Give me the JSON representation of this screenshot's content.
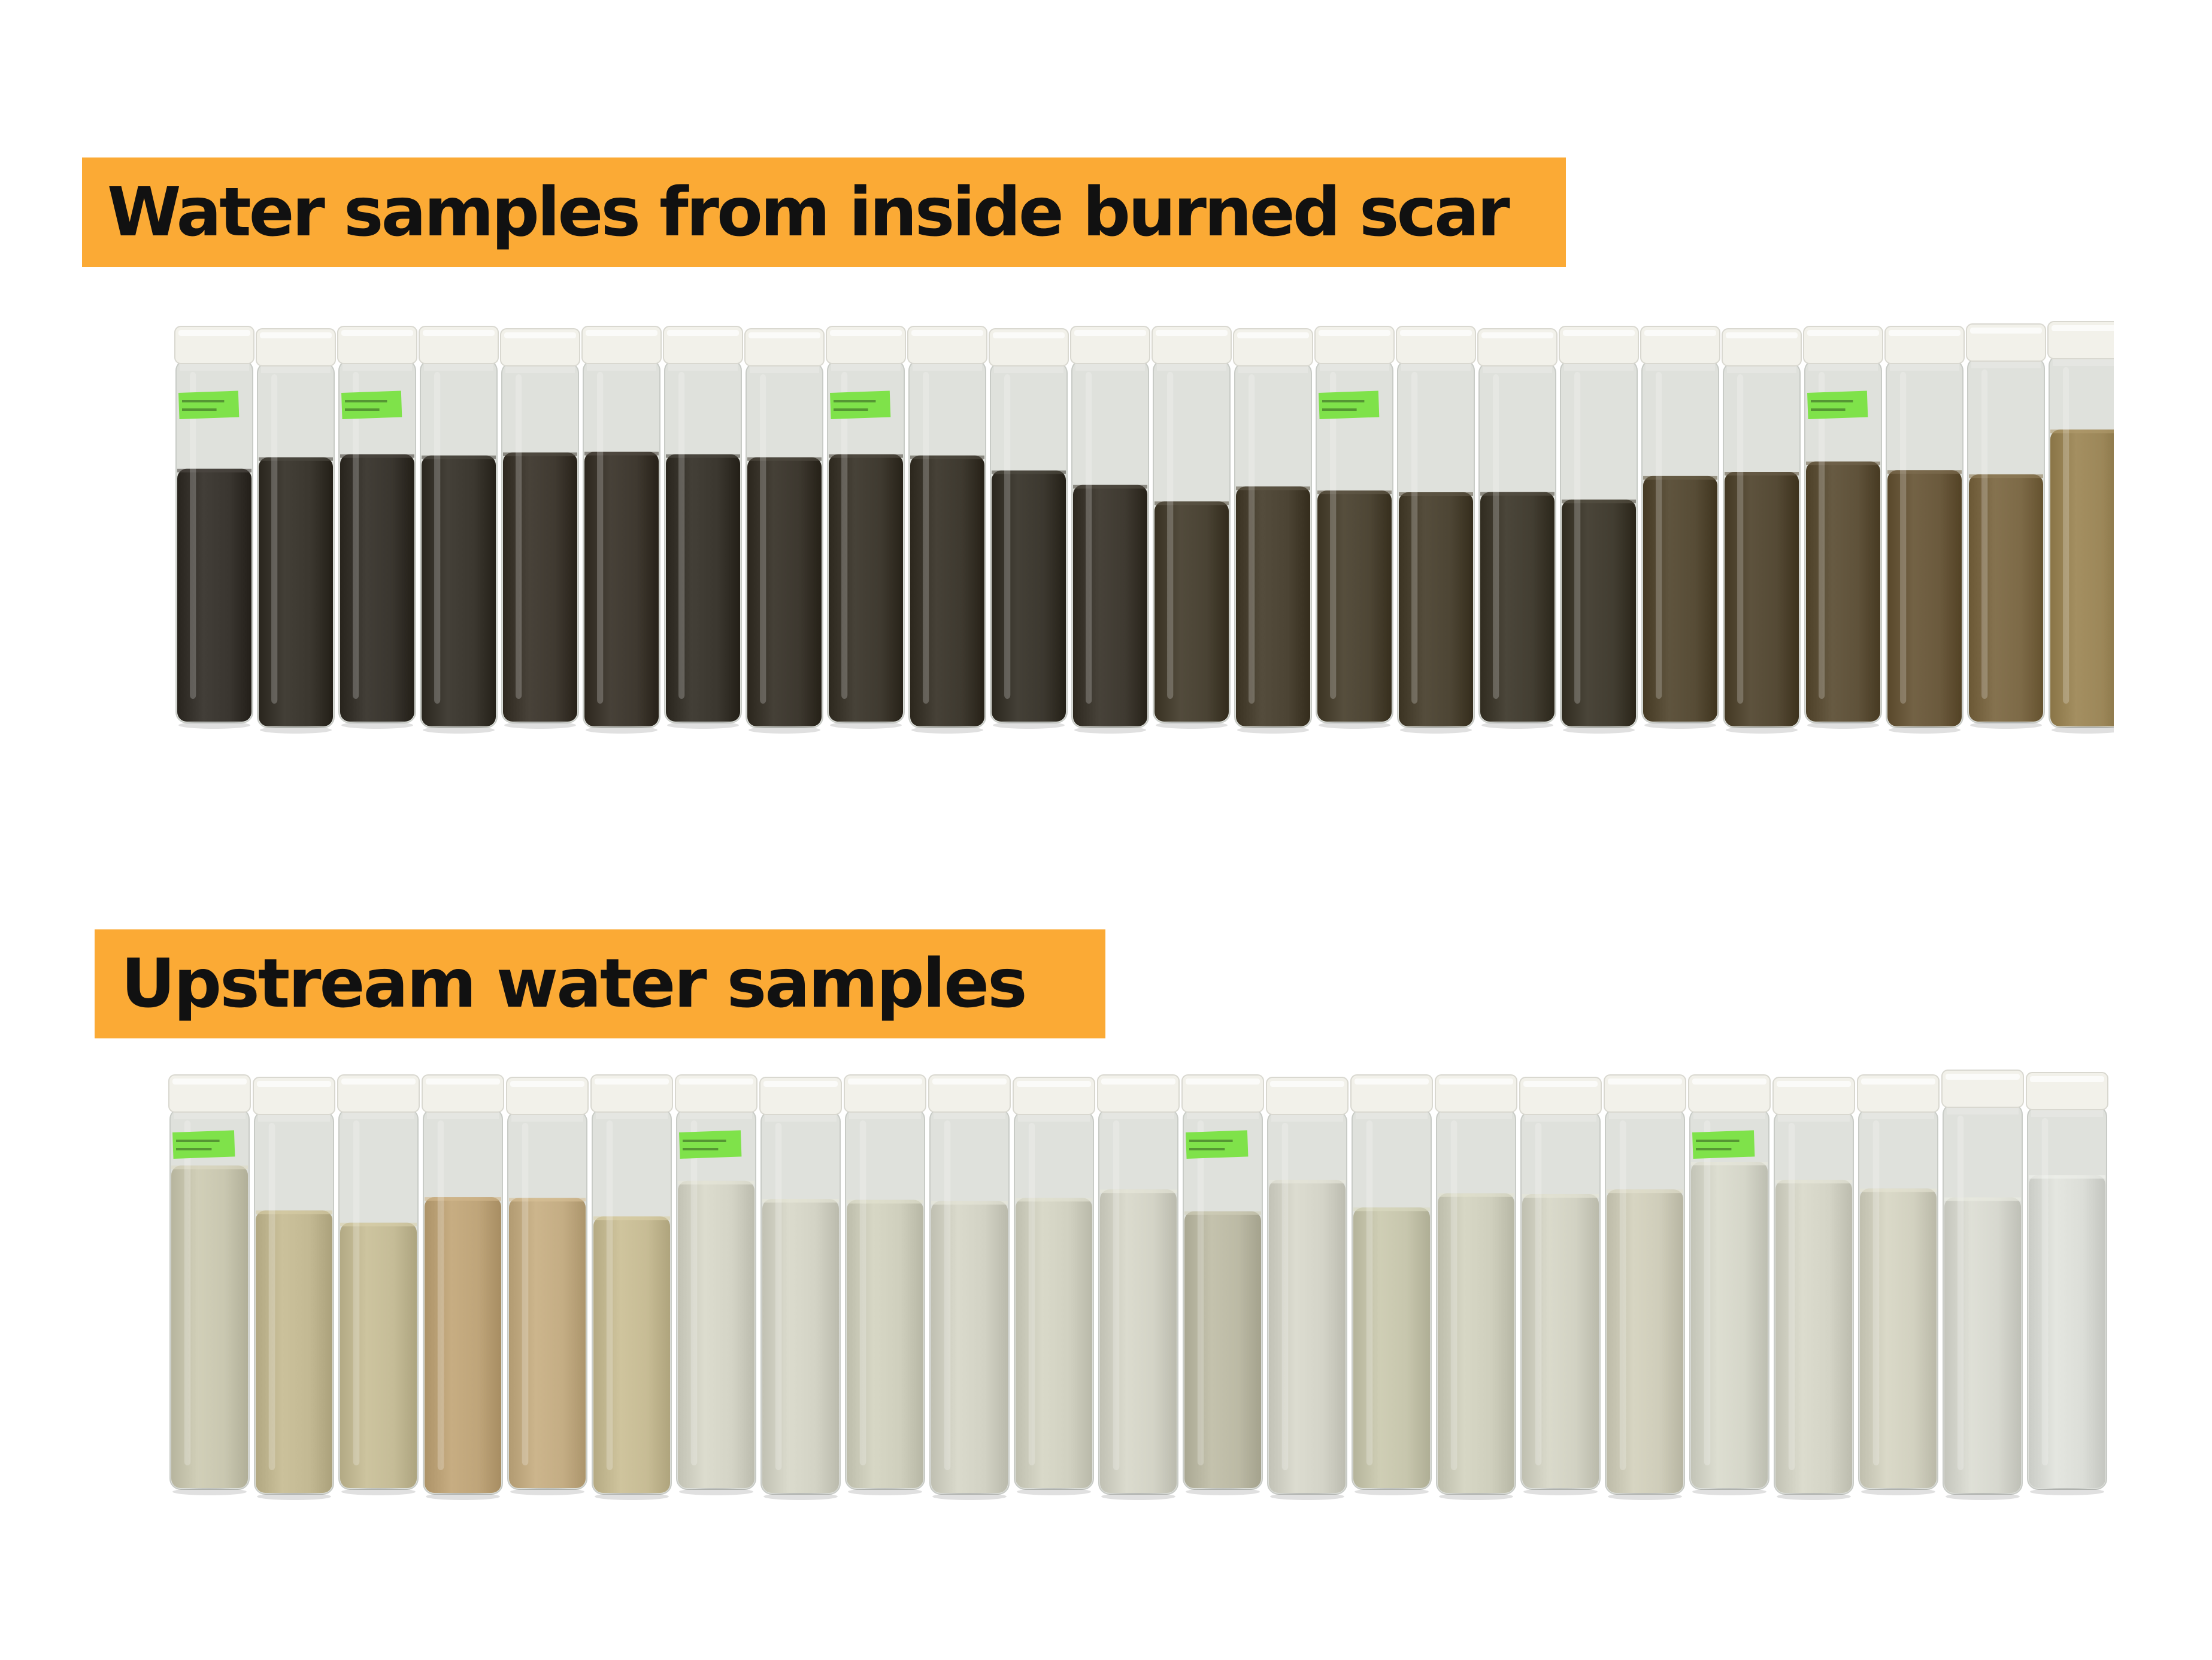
{
  "labels": {
    "burned_scar": "Water samples from inside burned scar",
    "upstream": "Upstream water samples"
  },
  "colors": {
    "label_background": "#fbaa35",
    "label_text": "#111111",
    "cap": "#f2f1ea",
    "sticker": "#7fe24a",
    "glass": "#dfe1dc"
  },
  "rows": {
    "burned_scar": {
      "bottle_count": 24,
      "liquid_colors": [
        "#3a3630",
        "#3b372f",
        "#3a362f",
        "#3c3830",
        "#403a31",
        "#3f3930",
        "#3b372f",
        "#3d382f",
        "#3f3a30",
        "#3e392f",
        "#3c382f",
        "#3f3a31",
        "#4a4334",
        "#4c4434",
        "#4e4635",
        "#4d4534",
        "#433e32",
        "#423d31",
        "#574c36",
        "#554a35",
        "#5f523a",
        "#6b5a3d",
        "#7d6a47",
        "#9c8759"
      ],
      "fill_levels": [
        0.7,
        0.74,
        0.74,
        0.74,
        0.75,
        0.75,
        0.74,
        0.74,
        0.74,
        0.74,
        0.7,
        0.66,
        0.61,
        0.66,
        0.64,
        0.64,
        0.64,
        0.62,
        0.68,
        0.7,
        0.72,
        0.7,
        0.68,
        0.8
      ],
      "stickers": [
        true,
        false,
        true,
        false,
        false,
        false,
        false,
        false,
        true,
        false,
        false,
        false,
        false,
        false,
        true,
        false,
        false,
        false,
        false,
        false,
        true,
        false,
        false,
        false
      ]
    },
    "upstream": {
      "bottle_count": 23,
      "liquid_colors": [
        "#c9c7b0",
        "#c3b993",
        "#c5bc97",
        "#bfa57a",
        "#c4ad84",
        "#c7bc95",
        "#d4d4c6",
        "#d3d3c5",
        "#cfcfbd",
        "#d2d2c4",
        "#d1d1c1",
        "#d3d3c6",
        "#bcbaa5",
        "#d4d4c8",
        "#c7c6ad",
        "#cfcfbd",
        "#d2d2c3",
        "#cfcdba",
        "#d5d6c9",
        "#d4d4c6",
        "#d2d1c0",
        "#d7d8cf",
        "#dcded8"
      ],
      "fill_levels": [
        0.85,
        0.74,
        0.7,
        0.77,
        0.77,
        0.72,
        0.81,
        0.77,
        0.76,
        0.76,
        0.77,
        0.79,
        0.73,
        0.82,
        0.74,
        0.78,
        0.78,
        0.79,
        0.86,
        0.82,
        0.79,
        0.76,
        0.82
      ],
      "stickers": [
        true,
        false,
        false,
        false,
        false,
        false,
        true,
        false,
        false,
        false,
        false,
        false,
        true,
        false,
        false,
        false,
        false,
        false,
        true,
        false,
        false,
        false,
        false
      ]
    }
  }
}
